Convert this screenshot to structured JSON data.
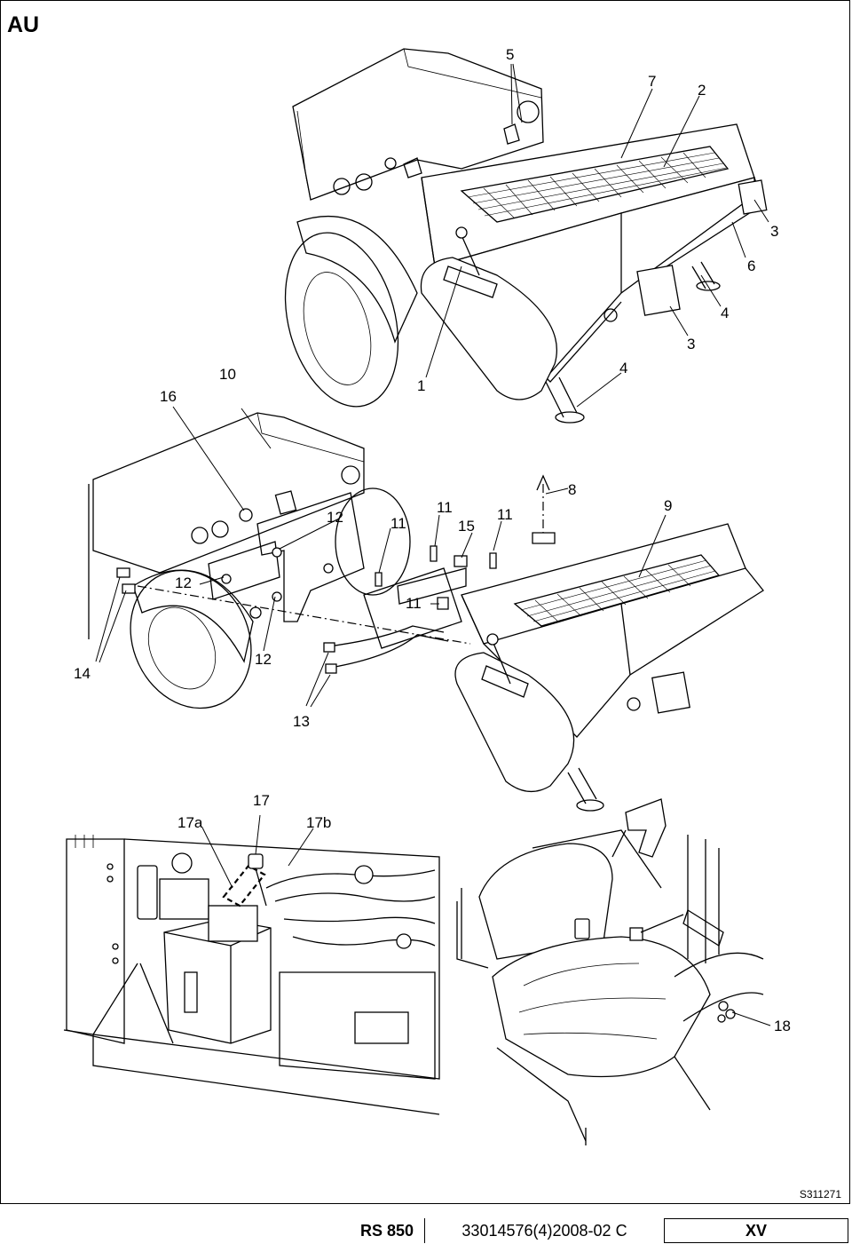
{
  "sheet": {
    "region_code": "AU",
    "drawing_code": "S311271"
  },
  "callouts": {
    "c5": "5",
    "c7": "7",
    "c2": "2",
    "c3a": "3",
    "c6": "6",
    "c4a": "4",
    "c3b": "3",
    "c16": "16",
    "c10": "10",
    "c1": "1",
    "c4b": "4",
    "c8": "8",
    "c9": "9",
    "c11a": "11",
    "c11b": "11",
    "c11c": "11",
    "c11d": "11",
    "c15": "15",
    "c12a": "12",
    "c12b": "12",
    "c12c": "12",
    "c14": "14",
    "c13": "13",
    "c17": "17",
    "c17a": "17a",
    "c17b": "17b",
    "c18": "18"
  },
  "footer": {
    "model": "RS 850",
    "document_number": "33014576(4)2008-02 C",
    "page": "XV"
  }
}
